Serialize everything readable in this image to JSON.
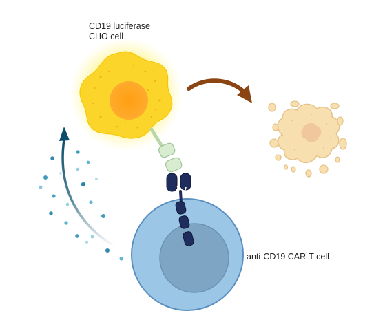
{
  "labels": {
    "target_cell_line1": "CD19 luciferase",
    "target_cell_line2": "CHO cell",
    "effector_cell": "anti-CD19 CAR-T cell"
  },
  "colors": {
    "cho_cell_outer": "#fbd52a",
    "cho_cell_glow": "#fff27a",
    "cho_nucleus": "#ff9f12",
    "lysed_cell": "#f8dfb0",
    "lysed_cell_outline": "#e5c388",
    "lysed_core": "#efc49b",
    "kill_arrow": "#8b4513",
    "car_t_outer": "#9cc6e6",
    "car_t_outline": "#5a8fbf",
    "car_t_nucleus": "#7ea5c4",
    "cd19_antigen": "#d8ecd0",
    "car_receptor": "#1f2d5e",
    "cytokine_arrow": "#0b4f6c",
    "cytokine_dots": "#2a8fb5"
  }
}
